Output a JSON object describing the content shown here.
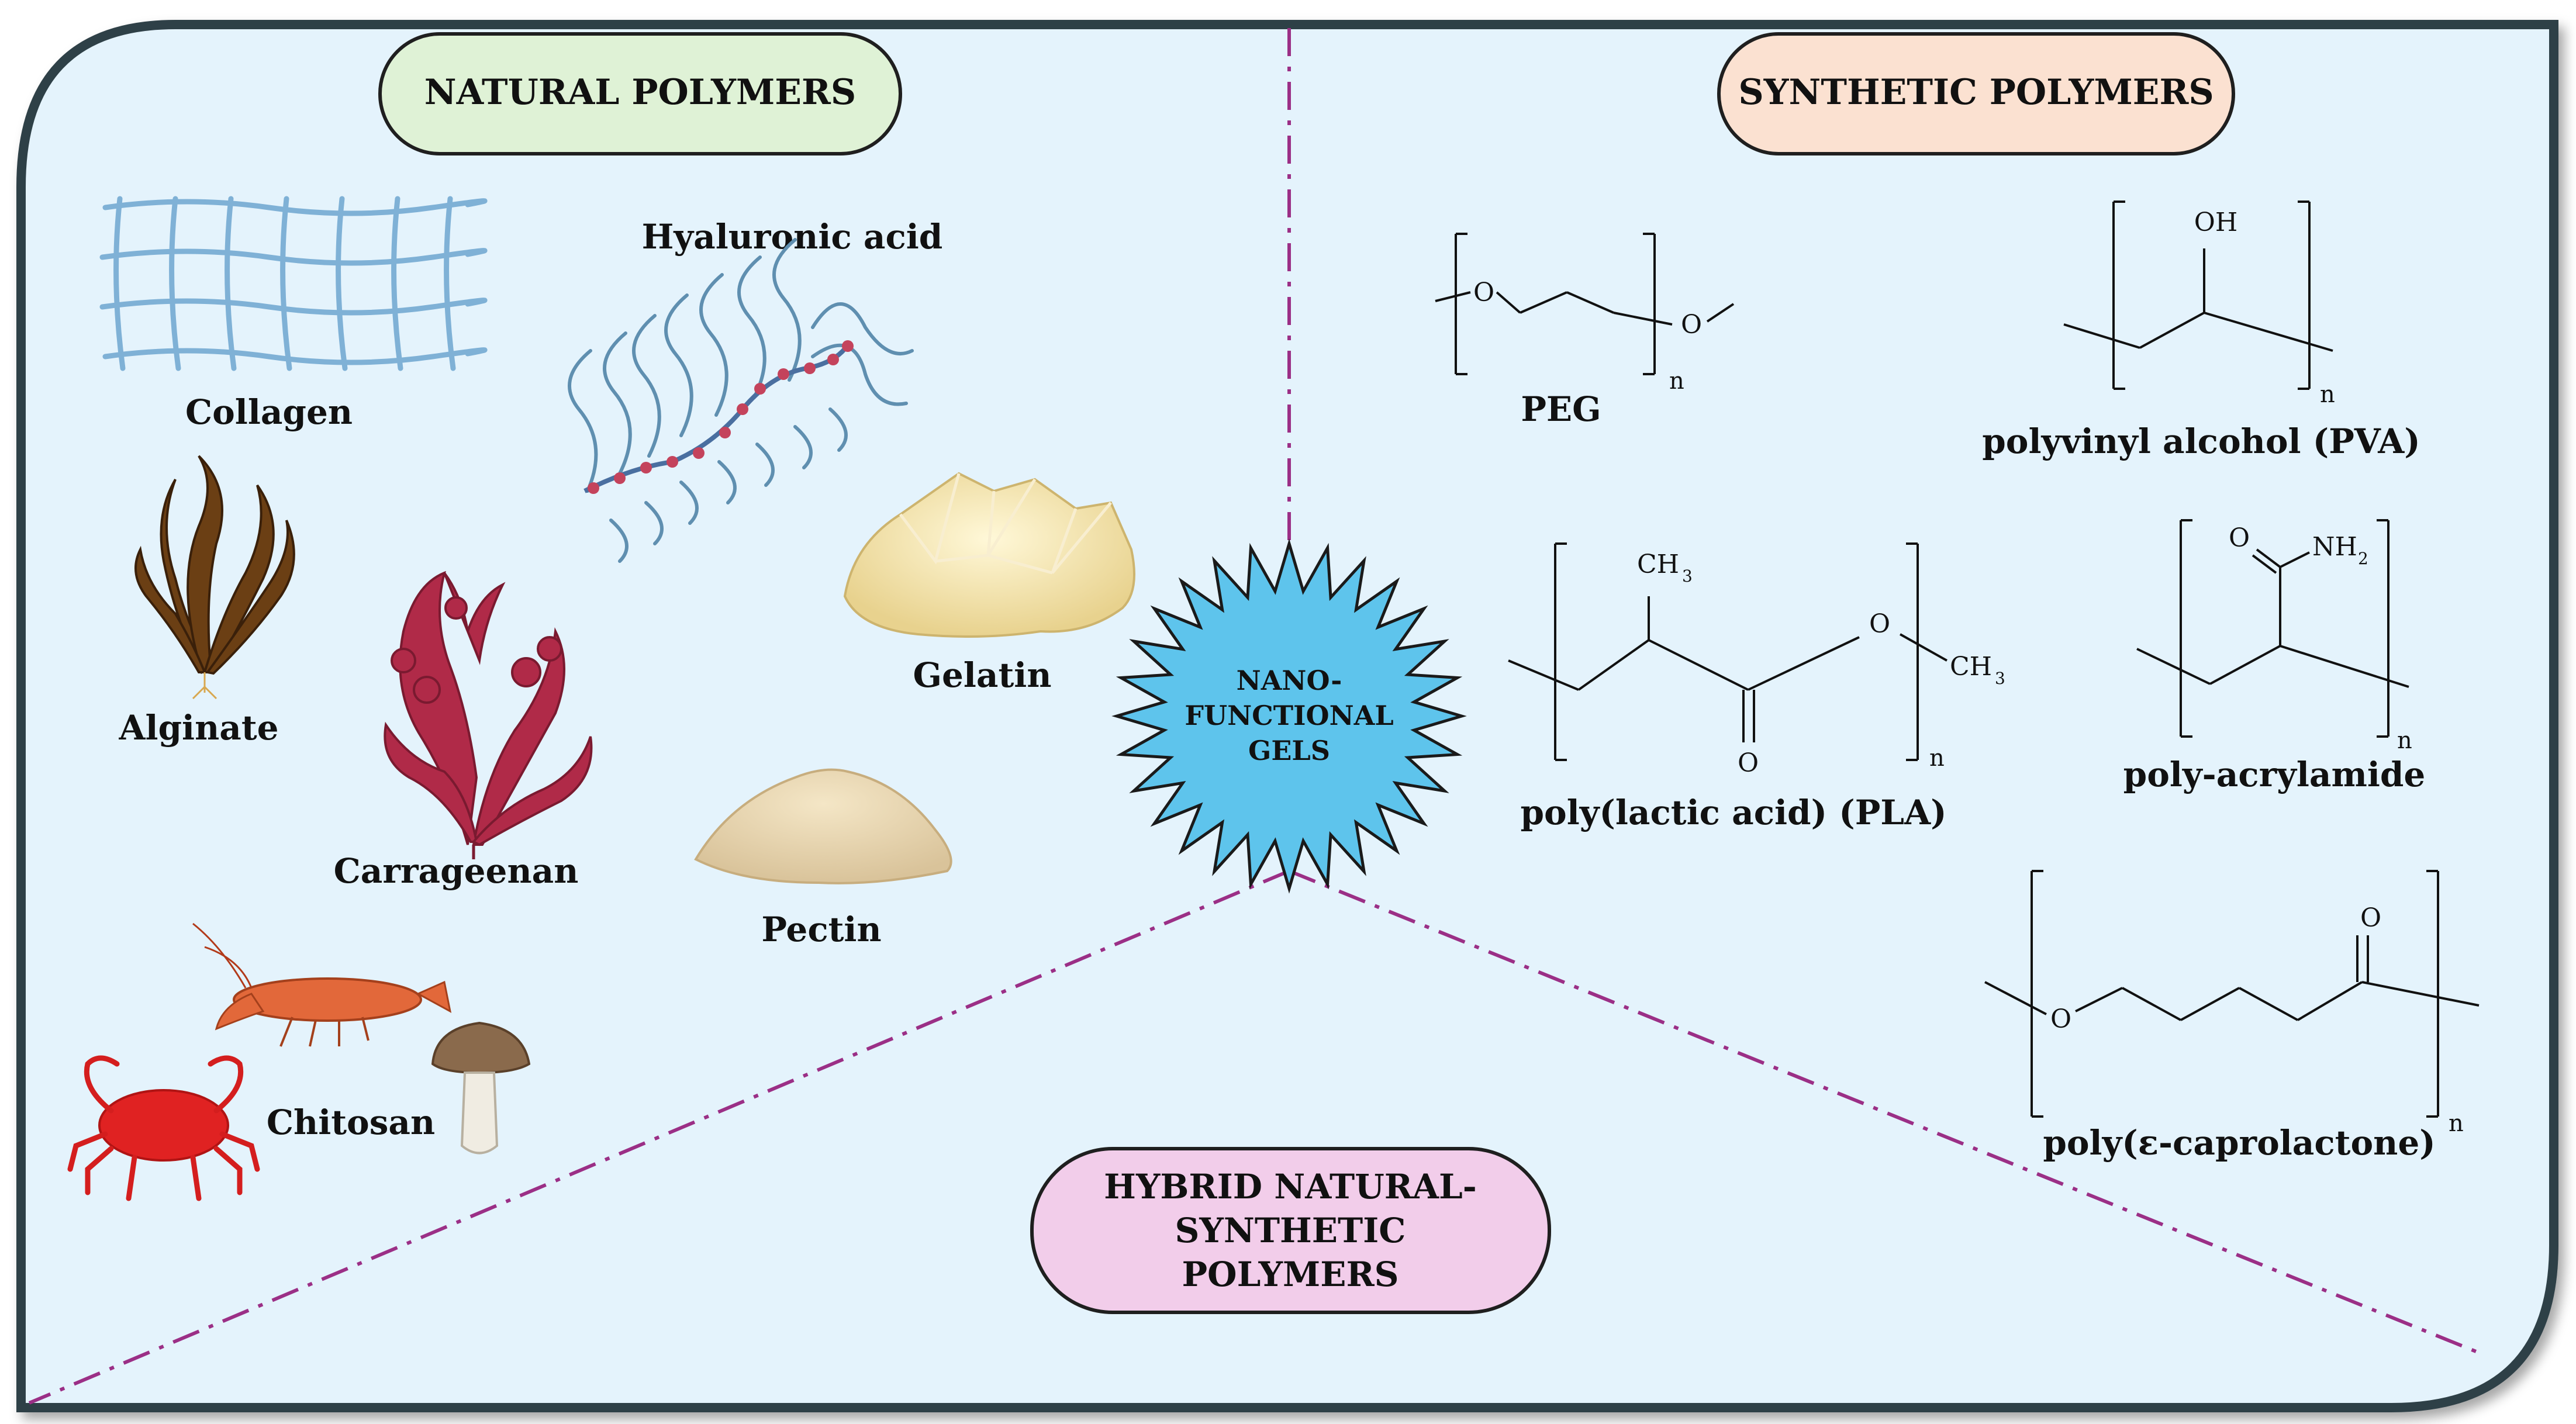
{
  "panel": {
    "background": "#e4f3fc",
    "border": "#2f3f46",
    "divider_color": "#9b2f86"
  },
  "categories": {
    "natural": {
      "label": "NATURAL POLYMERS",
      "fill": "#dff2d6"
    },
    "synthetic": {
      "label": "SYNTHETIC POLYMERS",
      "fill": "#fbe1d1"
    },
    "hybrid": {
      "lines": [
        "HYBRID NATURAL-",
        "SYNTHETIC",
        "POLYMERS"
      ],
      "fill": "#f2cdea"
    }
  },
  "center": {
    "lines": [
      "NANO-",
      "FUNCTIONAL",
      "GELS"
    ],
    "fill": "#5ec4ec"
  },
  "natural_polymers": {
    "collagen": "Collagen",
    "hyaluronic_acid": "Hyaluronic acid",
    "alginate": "Alginate",
    "gelatin": "Gelatin",
    "carrageenan": "Carrageenan",
    "pectin": "Pectin",
    "chitosan": "Chitosan"
  },
  "synthetic_polymers": {
    "peg": "PEG",
    "pva": "polyvinyl alcohol (PVA)",
    "pla": "poly(lactic acid) (PLA)",
    "pam": "poly-acrylamide",
    "pcl": "poly(ε-caprolactone)"
  },
  "chem_text": {
    "O": "O",
    "OH": "OH",
    "n": "n",
    "CH3": "CH",
    "NH2": "NH",
    "sub3": "3",
    "sub2": "2"
  }
}
